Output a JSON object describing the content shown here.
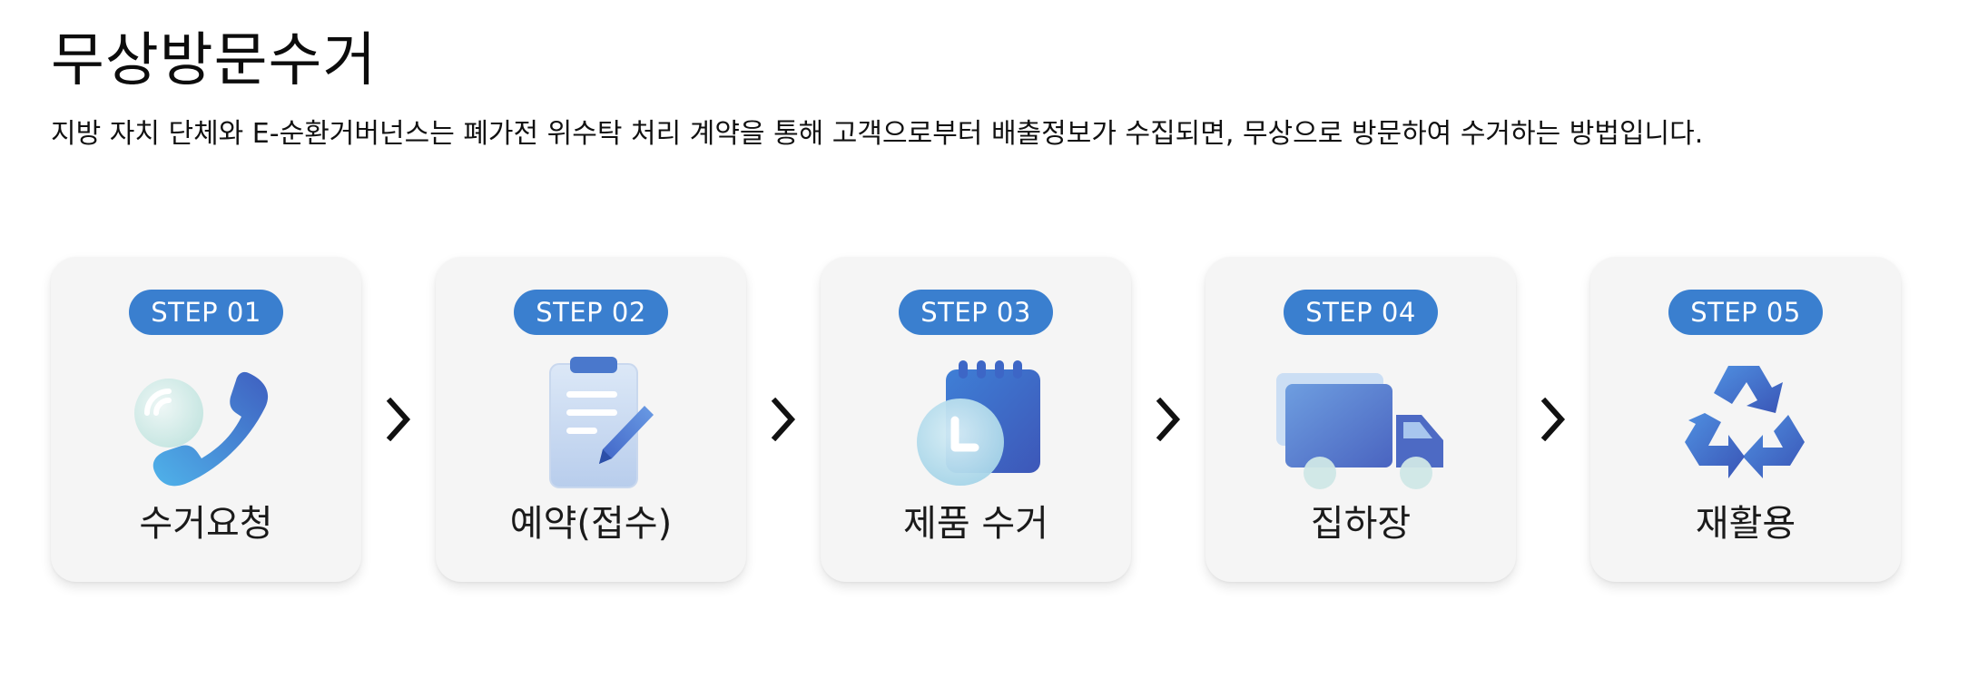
{
  "page": {
    "title": "무상방문수거",
    "description": "지방 자치 단체와 E-순환거버넌스는 폐가전 위수탁 처리 계약을 통해 고객으로부터 배출정보가 수집되면, 무상으로 방문하여 수거하는 방법입니다."
  },
  "colors": {
    "badge": "#3a7fcf",
    "card": "#f5f5f5",
    "icon_blue": "#4a72c8",
    "icon_light": "#b9d2ef"
  },
  "steps": [
    {
      "badge": "STEP 01",
      "label": "수거요청",
      "icon": "phone-icon"
    },
    {
      "badge": "STEP 02",
      "label": "예약(접수)",
      "icon": "clipboard-icon"
    },
    {
      "badge": "STEP 03",
      "label": "제품 수거",
      "icon": "calendar-clock-icon"
    },
    {
      "badge": "STEP 04",
      "label": "집하장",
      "icon": "truck-icon"
    },
    {
      "badge": "STEP 05",
      "label": "재활용",
      "icon": "recycle-icon"
    }
  ],
  "arrow_icon": "chevron-right-icon"
}
